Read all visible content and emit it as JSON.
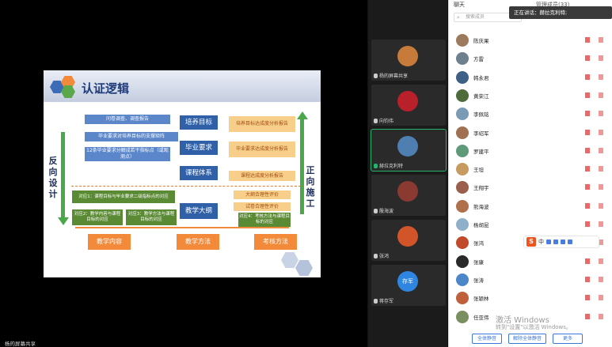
{
  "slide": {
    "title": "认证逻辑",
    "left_label": "反\n向\n设\n计",
    "right_label": "正\n向\n施\n工",
    "center": [
      "培养目标",
      "毕业要求",
      "课程体系",
      "教学大纲"
    ],
    "left_boxes": [
      "问卷调查、调查报告",
      "毕业要求对培养目标的支撑矩阵",
      "12条毕业要求分解成若干指标点（或观测点）"
    ],
    "right_boxes": [
      "培养目标达成度分析报告",
      "毕业要求达成度分析报告",
      "课程达成度分析报告",
      "大纲合理性评价",
      "试卷合理性评价"
    ],
    "green_boxes": [
      "对应1：课程目标与毕业要求二级指标点的对应",
      "对应2：教学内容与课程目标的对应",
      "对应3：教学方法与课程目标的对应",
      "对应4：考核方法与课程目标的对应"
    ],
    "bottom_boxes": [
      "教学内容",
      "教学方法",
      "考核方法"
    ]
  },
  "screen_share_label": "杨的屏幕共享",
  "participants": [
    {
      "name": "杨的屏幕共享",
      "color": "#c77b3a"
    },
    {
      "name": "向钧伟",
      "color": "#b8202a"
    },
    {
      "name": "赫拉克利特",
      "color": "#4f7fb0"
    },
    {
      "name": "殷海波",
      "color": "#8a3a30"
    },
    {
      "name": "张鸿",
      "color": "#d2552a"
    },
    {
      "name": "蒋存军",
      "avatar_text": "存军",
      "color": "#2f86e0"
    }
  ],
  "panel": {
    "title": "聊天",
    "members_title": "管理成员(33)",
    "search_placeholder": "搜索成员",
    "speaking_toast": "正在讲话：赫拉克利特;",
    "members": [
      {
        "name": "陈庆果",
        "color": "#9c7a5c"
      },
      {
        "name": "方雷",
        "color": "#6e7f8e"
      },
      {
        "name": "韩永君",
        "color": "#3e5f86"
      },
      {
        "name": "黄荣江",
        "color": "#4d6b3b"
      },
      {
        "name": "李佩铭",
        "color": "#7a9bb5"
      },
      {
        "name": "李绍军",
        "color": "#a07050"
      },
      {
        "name": "罗建平",
        "color": "#5e9a7a"
      },
      {
        "name": "王坦",
        "color": "#c79a60"
      },
      {
        "name": "王翔宇",
        "color": "#9a5f4a"
      },
      {
        "name": "熊海波",
        "color": "#b0704a"
      },
      {
        "name": "杨胡昆",
        "color": "#8fb0c8"
      },
      {
        "name": "张鸿",
        "color": "#c04a2a"
      },
      {
        "name": "张康",
        "color": "#2a2a2a"
      },
      {
        "name": "张涛",
        "color": "#4a86c8"
      },
      {
        "name": "张颖林",
        "color": "#c0603a"
      },
      {
        "name": "任亚伟",
        "color": "#7a9060"
      }
    ],
    "footer": {
      "mute_all": "全体静音",
      "unmute_all": "解除全体静音",
      "more": "更多"
    }
  },
  "watermark": {
    "line1": "激活 Windows",
    "line2": "转到\"设置\"以激活 Windows。"
  },
  "ime_label": "中"
}
